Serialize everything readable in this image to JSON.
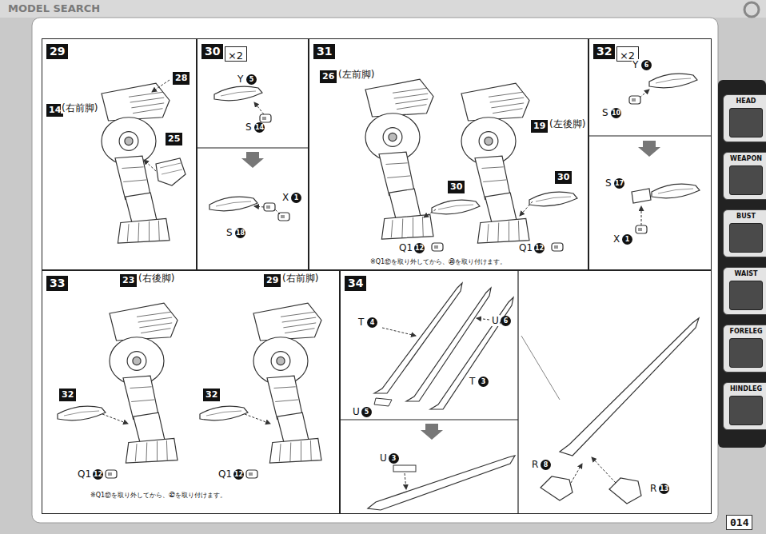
{
  "diagram": {
    "nodes": [
      {
        "text": [
          "29"
        ]
      },
      {
        "text": [
          "30"
        ]
      },
      {
        "text": [
          "×2"
        ],
        "in": 1
      },
      {
        "text": [
          "31"
        ]
      },
      {
        "text": [
          "32"
        ]
      },
      {
        "text": [
          "×2"
        ],
        "in": 4
      },
      {
        "text": [
          "33"
        ]
      },
      {
        "text": [
          "34"
        ]
      },
      {
        "text": [
          "HEAD"
        ]
      },
      {
        "text": [
          "WEAPON"
        ]
      },
      {
        "text": [
          "BUST"
        ]
      },
      {
        "text": [
          "WAIST"
        ]
      },
      {
        "text": [
          "FORELEG"
        ]
      },
      {
        "text": [
          "HINDLEG"
        ]
      }
    ],
    "labels": [
      "MODEL SEARCH",
      "28",
      "14",
      "(右前脚)",
      "25",
      "Y",
      "5",
      "S",
      "14",
      "X",
      "1",
      "S",
      "18",
      "26",
      "(左前脚)",
      "30",
      "Q1",
      "12",
      "19",
      "(左後脚)",
      "30",
      "Q1",
      "12",
      "※Q1⑫を取り外してから、㉚を取り付けます。",
      "Y",
      "6",
      "S",
      "10",
      "S",
      "17",
      "X",
      "1",
      "23",
      "(右後脚)",
      "32",
      "Q1",
      "12",
      "29",
      "(右前脚)",
      "32",
      "Q1",
      "12",
      "※Q1⑫を取り外してから、㉜を取り付けます。",
      "T",
      "4",
      "U",
      "6",
      "T",
      "3",
      "U",
      "5",
      "U",
      "3",
      "R",
      "8",
      "R",
      "13",
      "014"
    ]
  }
}
